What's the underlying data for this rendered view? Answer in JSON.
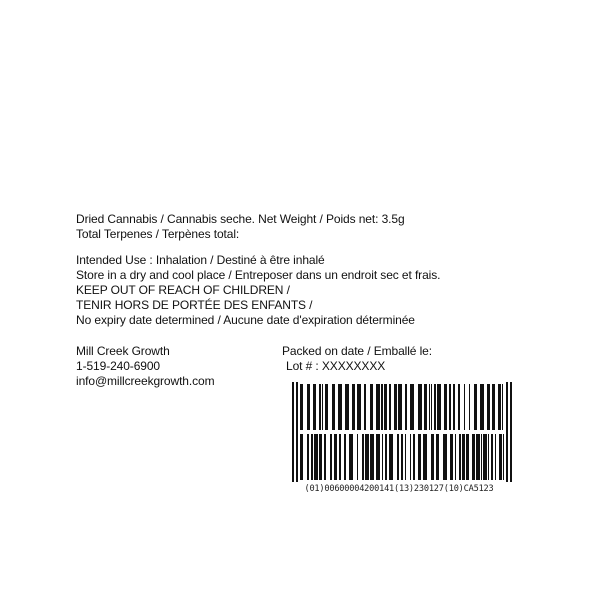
{
  "label": {
    "line1": "Dried Cannabis / Cannabis seche. Net Weight / Poids net: 3.5g",
    "line2": "Total Terpenes / Terpènes total:",
    "line3": "Intended Use : Inhalation / Destiné à être inhalé",
    "line4": "Store in a dry and cool place / Entreposer dans un endroit sec et frais.",
    "line5": "KEEP OUT OF REACH OF CHILDREN /",
    "line6": "TENIR HORS DE PORTÉE DES ENFANTS /",
    "line7": "No expiry date determined / Aucune date d'expiration déterminée"
  },
  "company": {
    "name": "Mill Creek Growth",
    "phone": "1-519-240-6900",
    "email": "info@millcreekgrowth.com"
  },
  "packing": {
    "packed_label": "Packed on date / Emballé le:",
    "lot_label": "Lot #  :  XXXXXXXX"
  },
  "barcode": {
    "text": "(01)00600004200141(13)230127(10)CA5123"
  }
}
